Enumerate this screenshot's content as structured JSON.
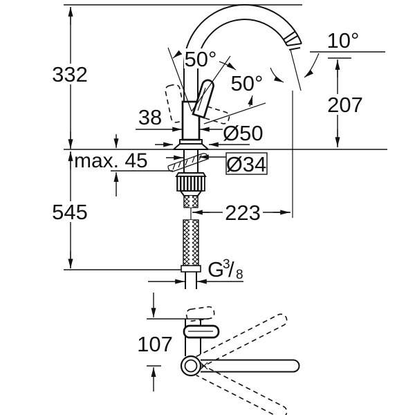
{
  "title": "Kitchen mixer tap dimensional drawing",
  "colors": {
    "ink": "#111111",
    "background": "#ffffff"
  },
  "front_view": {
    "height_above_deck": "332",
    "length_below_deck": "545",
    "max_deck_thickness": "max. 45",
    "body_width": "38",
    "base_diameter": "Ø50",
    "mounting_hole_diameter": "Ø34",
    "spout_reach": "223",
    "outlet_height": "207",
    "outlet_angle": "10°",
    "handle_open_angle": "50°",
    "handle_swing_angle": "50°",
    "thread": {
      "g": "G",
      "numerator": "3",
      "slash": "/",
      "denominator": "8"
    }
  },
  "top_view": {
    "lever_offset": "107"
  }
}
